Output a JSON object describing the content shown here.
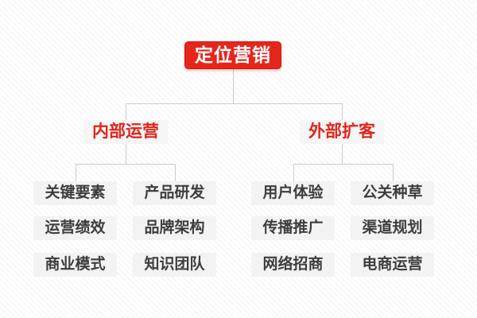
{
  "diagram": {
    "root": {
      "label": "定位营销"
    },
    "branches": [
      {
        "label": "内部运营",
        "children": [
          "关键要素",
          "产品研发",
          "运营绩效",
          "品牌架构",
          "商业模式",
          "知识团队"
        ]
      },
      {
        "label": "外部扩客",
        "children": [
          "用户体验",
          "公关种草",
          "传播推广",
          "渠道规划",
          "网络招商",
          "电商运营"
        ]
      }
    ],
    "colors": {
      "accent_red": "#e6261c",
      "root_text": "#ffffff",
      "branch_text": "#e0251a",
      "leaf_text": "#3d3d3d",
      "leaf_bg": "#f3f3f3",
      "branch_bg": "#f6f6f6",
      "connector": "#cccccc",
      "stripe": "#f4f4f4"
    }
  }
}
